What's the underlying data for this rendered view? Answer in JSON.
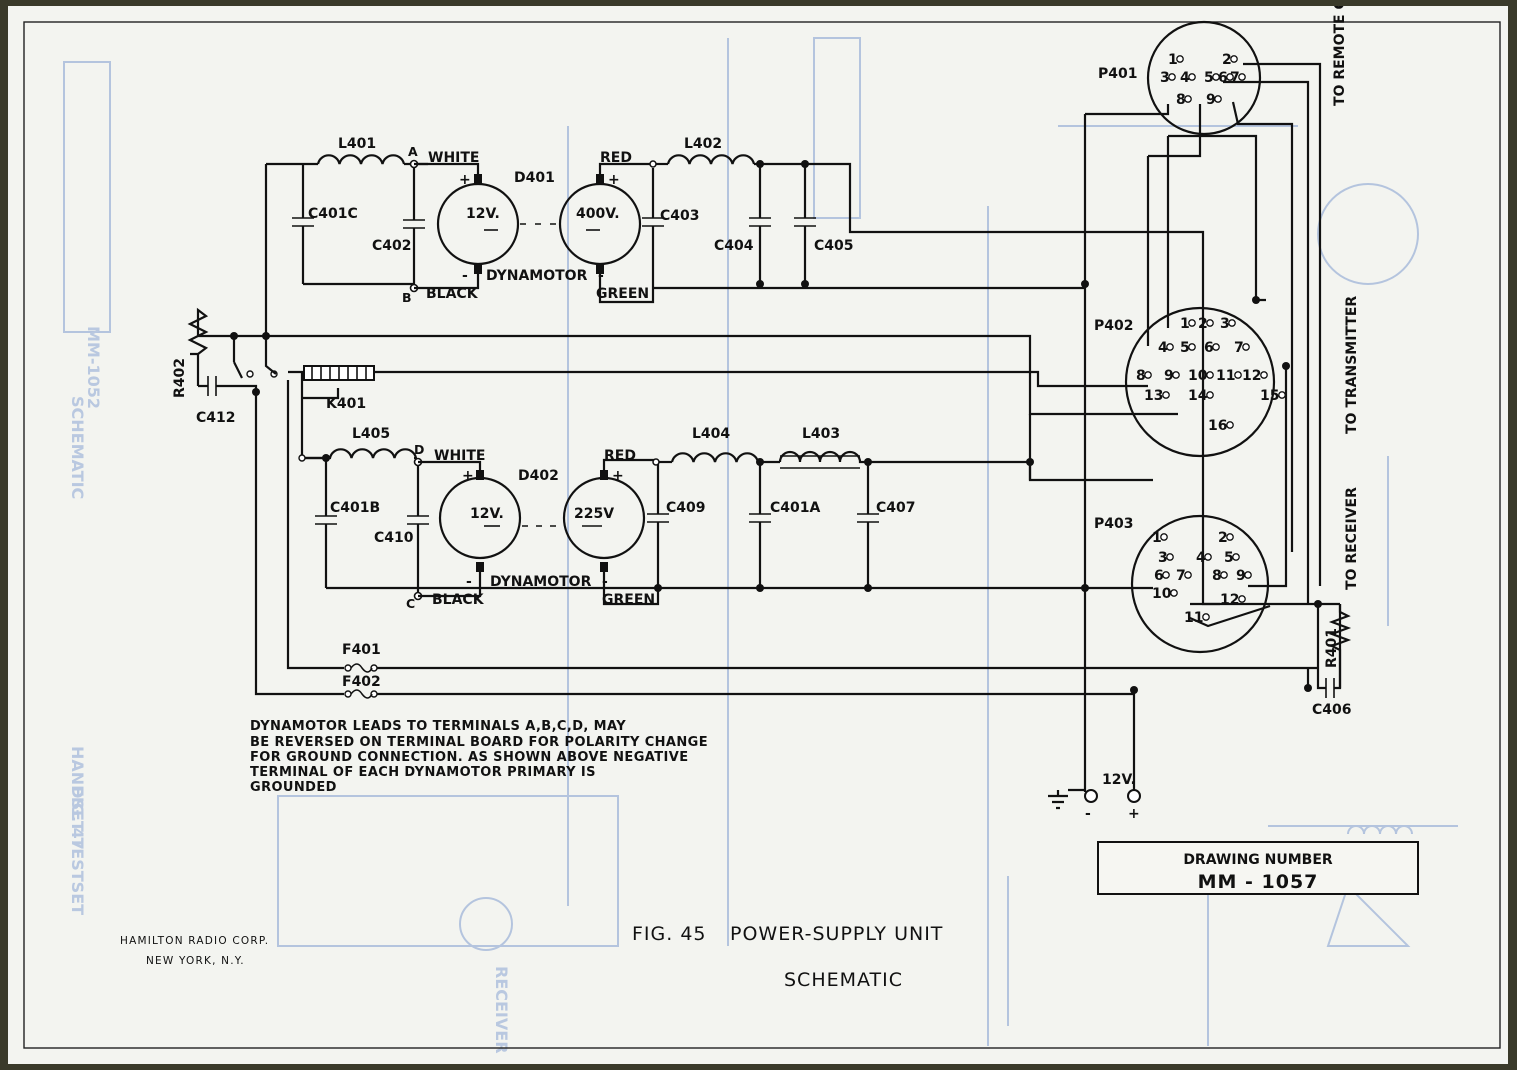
{
  "labels": {
    "L401": "L401",
    "L402": "L402",
    "L403": "L403",
    "L404": "L404",
    "L405": "L405",
    "C401C": "C401C",
    "C401B": "C401B",
    "C401A": "C401A",
    "C402": "C402",
    "C403": "C403",
    "C404": "C404",
    "C405": "C405",
    "C406": "C406",
    "C407": "C407",
    "C409": "C409",
    "C410": "C410",
    "C412": "C412",
    "D401": "D401",
    "D402": "D402",
    "R401": "R401",
    "R402": "R402",
    "K401": "K401",
    "F401": "F401",
    "F402": "F402",
    "P401": "P401",
    "P402": "P402",
    "P403": "P403",
    "term_A": "A",
    "term_B": "B",
    "term_C": "C",
    "term_D": "D",
    "white": "WHITE",
    "black": "BLACK",
    "red": "RED",
    "green": "GREEN",
    "dynamotor": "DYNAMOTOR",
    "v12": "12V.",
    "v400": "400V.",
    "v225": "225V",
    "plus": "+",
    "minus": "-",
    "supply_12v": "12V.",
    "to_remote": "TO REMOTE CONTROL",
    "to_transmitter": "TO TRANSMITTER",
    "to_receiver": "TO RECEIVER"
  },
  "pins": {
    "p401": [
      "1",
      "2",
      "3",
      "4",
      "5",
      "6",
      "7",
      "8",
      "9"
    ],
    "p402": [
      "1",
      "2",
      "3",
      "4",
      "5",
      "6",
      "7",
      "8",
      "9",
      "10",
      "11",
      "12",
      "13",
      "14",
      "15",
      "16"
    ],
    "p403": [
      "1",
      "2",
      "3",
      "4",
      "5",
      "6",
      "7",
      "8",
      "9",
      "10",
      "11",
      "12"
    ]
  },
  "note": [
    "DYNAMOTOR LEADS TO TERMINALS A,B,C,D, MAY",
    "BE REVERSED ON TERMINAL BOARD FOR POLARITY CHANGE",
    "FOR GROUND CONNECTION. AS SHOWN ABOVE NEGATIVE",
    "TERMINAL OF EACH DYNAMOTOR PRIMARY IS",
    "GROUNDED"
  ],
  "title": {
    "figure": "FIG. 45",
    "name": "POWER-SUPPLY UNIT",
    "sub": "SCHEMATIC"
  },
  "drawing": {
    "label": "DRAWING NUMBER",
    "number": "MM - 1057"
  },
  "corp": {
    "name": "HAMILTON RADIO CORP.",
    "city": "NEW YORK, N.Y."
  },
  "show_through": {
    "lines": [
      "MM-1052",
      "HANDSET TESTSET",
      "SCHEMATIC",
      "FIG. 47",
      "RECEIVER"
    ]
  }
}
